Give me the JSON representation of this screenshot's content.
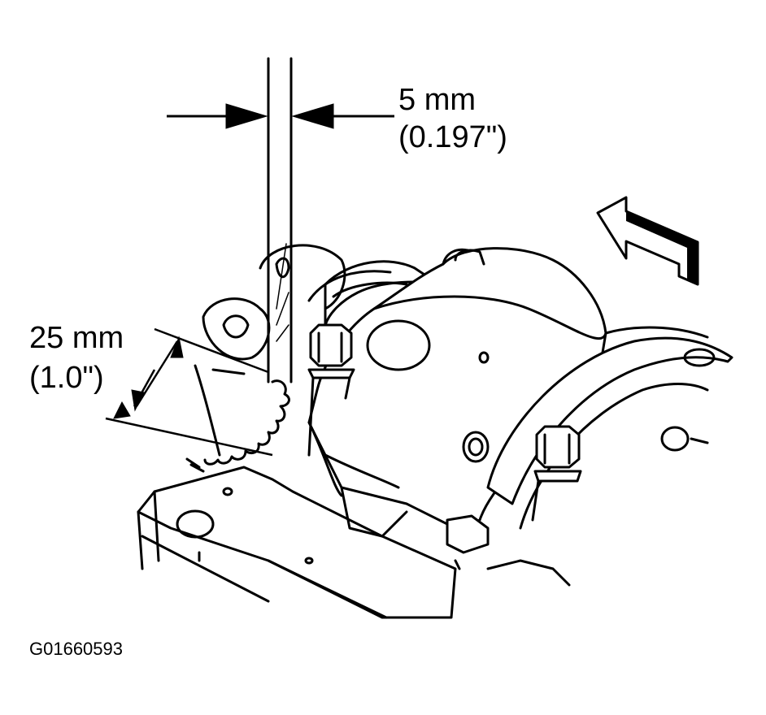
{
  "labels": {
    "gap_mm": "5 mm",
    "gap_in": "(0.197\")",
    "length_mm": "25 mm",
    "length_in": "(1.0\")",
    "figure_ref": "G01660593"
  }
}
